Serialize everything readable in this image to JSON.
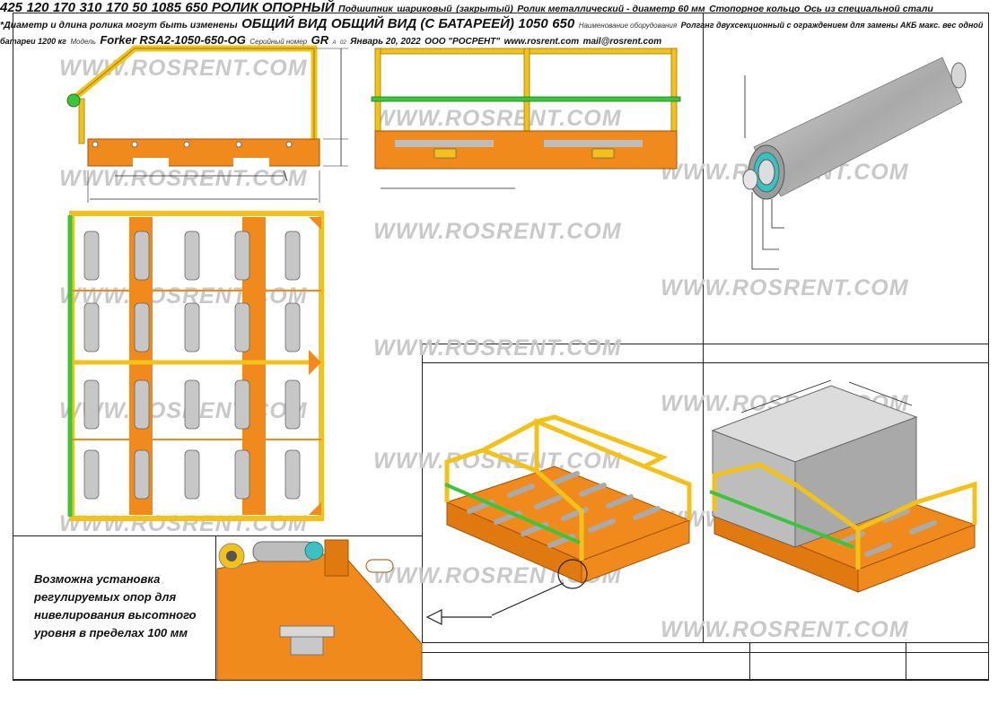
{
  "watermark": "WWW.ROSRENT.COM",
  "colors": {
    "frame": "#f2c21b",
    "base": "#f08a1c",
    "rail": "#3cc43c",
    "roller": "#c7c7c7",
    "box": "#bdbdbd"
  },
  "dimensions": {
    "height_rail": "425",
    "height_base": "120",
    "seg1": "170",
    "seg2": "310",
    "seg3": "170",
    "offset": "50",
    "length": "1085",
    "width": "650",
    "box_length": "1050",
    "box_width": "650"
  },
  "roller": {
    "title": "РОЛИК ОПОРНЫЙ",
    "bearing_l1": "Подшипник",
    "bearing_l2": "шариковый",
    "bearing_l3": "(закрытый)",
    "metal": "Ролик металлический - диаметр 60 мм",
    "ring": "Стопорное кольцо",
    "axle": "Ось из специальной стали",
    "note": "*Диаметр и длина ролика могут быть изменены"
  },
  "views": {
    "general": "ОБЩИЙ ВИД",
    "with_battery": "ОБЩИЙ ВИД (С БАТАРЕЕЙ)"
  },
  "detail_note": {
    "l1": "Возможна установка",
    "l2": "регулируемых опор для",
    "l3": "нивелирования высотного",
    "l4": "уровня в пределах 100 мм"
  },
  "title_block": {
    "name_label": "Наименование оборудования",
    "name_l1": "Ролганг двухсекционный с ограждением  для замены АКБ макс. вес одной",
    "name_l2": "батареи 1200 кг",
    "model_label": "Модель",
    "model": "Forker RSA2-1050-650-OG",
    "serial_label": "Серийный номер",
    "serial": "GR",
    "sheet_a": "A",
    "sheet_num": "02"
  },
  "footer": {
    "date": "Январь 20, 2022",
    "company": "ООО \"РОСРЕНТ\"",
    "site": "www.rosrent.com",
    "mail": "mail@rosrent.com"
  }
}
